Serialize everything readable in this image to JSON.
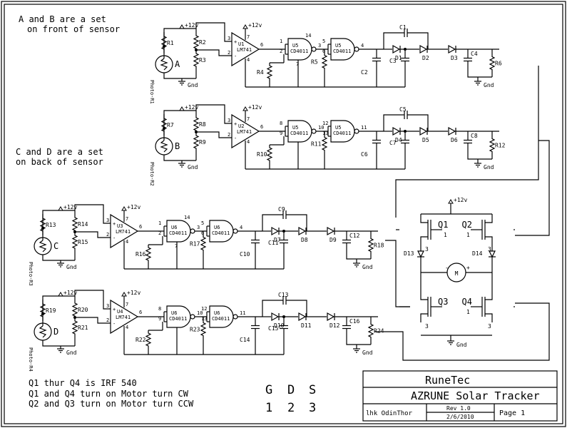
{
  "notes": {
    "front_line1": "A and B are a set",
    "front_line2": "on front of sensor",
    "back_line1": "C and D are a set",
    "back_line2": "on back of sensor",
    "bottom_line1": "Q1 thur Q4 is IRF 540",
    "bottom_line2": "Q1 and Q4 turn on Motor turn CW",
    "bottom_line3": "Q2 and Q3 turn on Motor turn CCW"
  },
  "gds": {
    "g": "G",
    "d": "D",
    "s": "S",
    "n1": "1",
    "n2": "2",
    "n3": "3"
  },
  "title_block": {
    "company": "RuneTec",
    "title": "AZRUNE Solar Tracker",
    "author": "lhk OdinThor",
    "rev": "Rev 1.0",
    "date": "2/6/2010",
    "page": "Page 1"
  },
  "common": {
    "supply": "+12v",
    "ground": "Gnd",
    "opamp": "LM741",
    "gate": "CD4011",
    "mosfet_sym": "M"
  },
  "stages": [
    {
      "sensor": "A",
      "photo": "Photo-R1",
      "opamp": "U1",
      "resistors": [
        "R1",
        "R2",
        "R3",
        "R4",
        "R5",
        "R6"
      ],
      "gate1": "U5",
      "gate2": "U5",
      "caps": [
        "C1",
        "C2",
        "C3",
        "C4"
      ],
      "diodes": [
        "D1",
        "D2",
        "D3"
      ],
      "op_pins": [
        "3",
        "2",
        "7",
        "4",
        "6"
      ],
      "g1_pins": [
        "14",
        "1",
        "2",
        "3",
        "7"
      ],
      "g2_pins": [
        "5",
        "6",
        "4"
      ]
    },
    {
      "sensor": "B",
      "photo": "Photo-R2",
      "opamp": "U2",
      "resistors": [
        "R7",
        "R8",
        "R9",
        "R10",
        "R11",
        "R12"
      ],
      "gate1": "U5",
      "gate2": "U5",
      "caps": [
        "C5",
        "C6",
        "C7",
        "C8"
      ],
      "diodes": [
        "D4",
        "D5",
        "D6"
      ],
      "op_pins": [
        "3",
        "2",
        "7",
        "4",
        "6"
      ],
      "g1_pins": [
        "",
        "8",
        "9",
        "10",
        ""
      ],
      "g2_pins": [
        "12",
        "13",
        "11"
      ]
    },
    {
      "sensor": "C",
      "photo": "Photo-R3",
      "opamp": "U3",
      "resistors": [
        "R13",
        "R14",
        "R15",
        "R16",
        "R17",
        "R18"
      ],
      "gate1": "U6",
      "gate2": "U6",
      "caps": [
        "C9",
        "C10",
        "C11",
        "C12"
      ],
      "diodes": [
        "D7",
        "D8",
        "D9"
      ],
      "op_pins": [
        "3",
        "2",
        "7",
        "4",
        "6"
      ],
      "g1_pins": [
        "14",
        "1",
        "2",
        "3",
        "7"
      ],
      "g2_pins": [
        "5",
        "6",
        "4"
      ]
    },
    {
      "sensor": "D",
      "photo": "Photo-R4",
      "opamp": "U4",
      "resistors": [
        "R19",
        "R20",
        "R21",
        "R22",
        "R23",
        "R24"
      ],
      "gate1": "U6",
      "gate2": "U6",
      "caps": [
        "C13",
        "C14",
        "C15",
        "C16"
      ],
      "diodes": [
        "D10",
        "D11",
        "D12"
      ],
      "op_pins": [
        "3",
        "2",
        "7",
        "4",
        "6"
      ],
      "g1_pins": [
        "",
        "8",
        "9",
        "10",
        ""
      ],
      "g2_pins": [
        "12",
        "13",
        "11"
      ]
    }
  ],
  "bridge": {
    "q1": "Q1",
    "q2": "Q2",
    "q3": "Q3",
    "q4": "Q4",
    "d13": "D13",
    "d14": "D14",
    "pin_g1": "1",
    "pin_s3": "3",
    "pin_plus": "+",
    "pin_minus": "-",
    "pin_q2": "1",
    "pin_q2b": "3",
    "pin_q3a": "3",
    "pin_q4a": "3",
    "pin_q4b": "1"
  }
}
